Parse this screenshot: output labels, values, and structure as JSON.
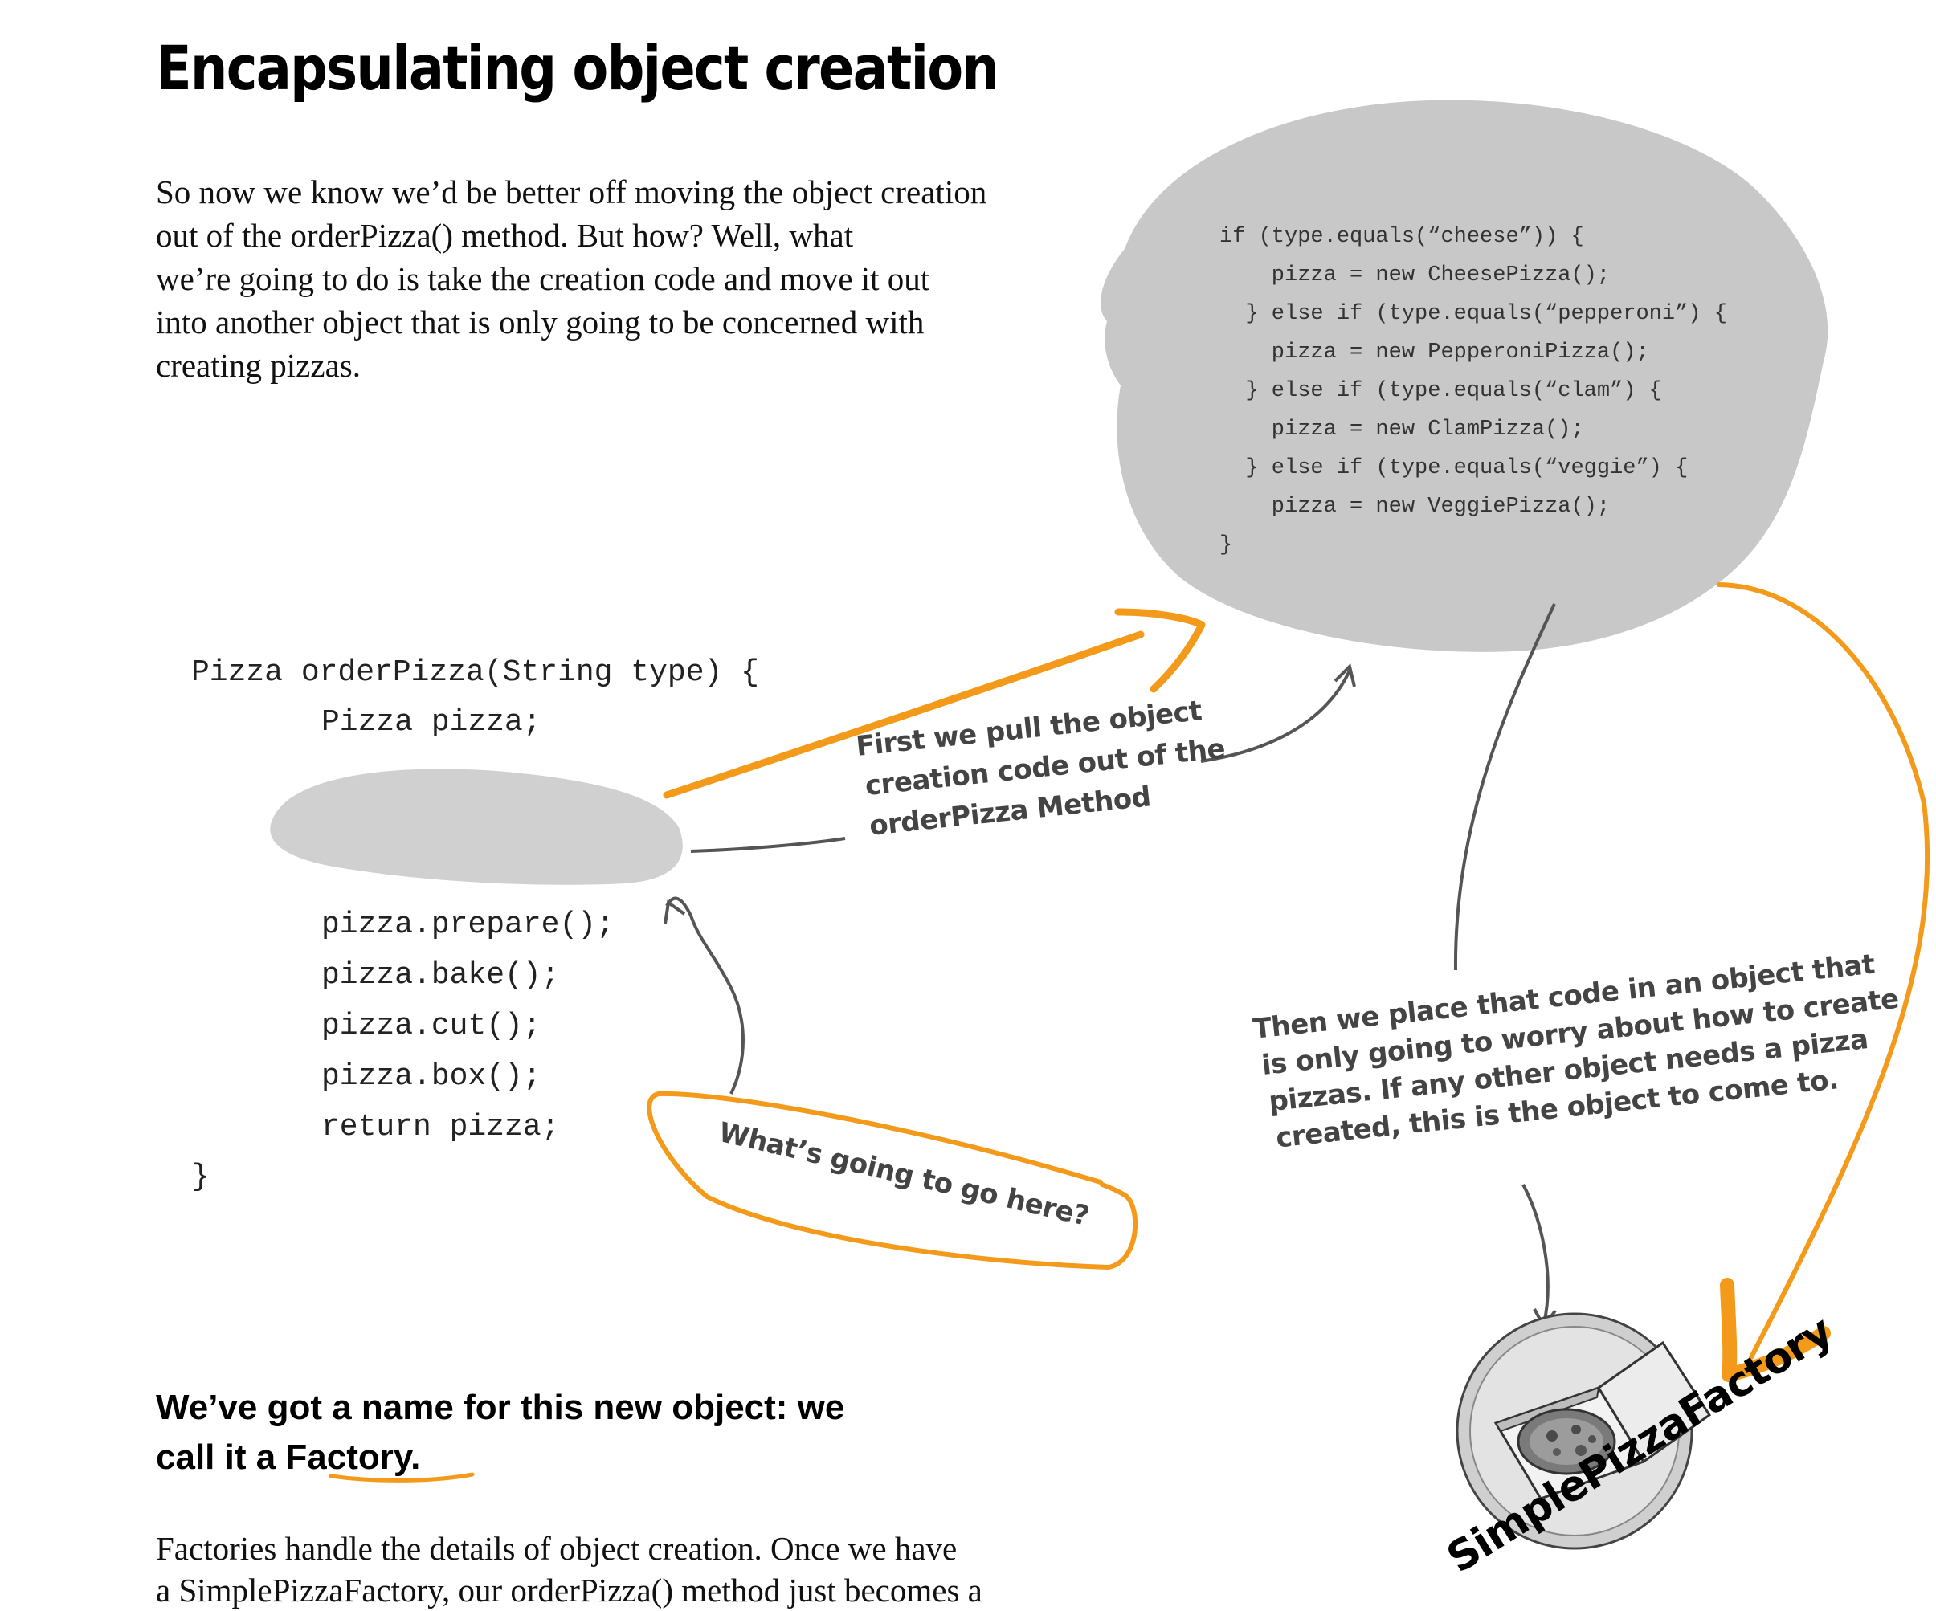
{
  "title": "Encapsulating object creation",
  "intro_lines": [
    "So now we know we’d be better off  moving the object creation",
    "out of the orderPizza() method.  But how?  Well, what",
    "we’re going to do is take the creation code and move it out",
    "into another object that is only going to be concerned with",
    "creating pizzas."
  ],
  "blob_code": [
    "if (type.equals(“cheese”)) {",
    "    pizza = new CheesePizza();",
    "  } else if (type.equals(“pepperoni”) {",
    "    pizza = new PepperoniPizza();",
    "  } else if (type.equals(“clam”) {",
    "    pizza = new ClamPizza();",
    "  } else if (type.equals(“veggie”) {",
    "    pizza = new VeggiePizza();",
    "}"
  ],
  "order_code": {
    "signature": "Pizza orderPizza(String type) {",
    "declaration": "Pizza pizza;",
    "prepare": "pizza.prepare();",
    "bake": "pizza.bake();",
    "cut": "pizza.cut();",
    "box": "pizza.box();",
    "ret": "return pizza;",
    "close": "}"
  },
  "note_pull": [
    "First we pull the object",
    "creation code out of the",
    "orderPizza Method"
  ],
  "note_question": "What’s going to go here?",
  "note_place": [
    "Then we place that code in an object that",
    "is only going to worry about how to create",
    "pizzas.  If any other object needs a pizza",
    "created, this is the object to come to."
  ],
  "subhead": {
    "line1": "We’ve got a name for this new object: we",
    "line2_prefix": "call it a ",
    "line2_word": "Factory."
  },
  "bottom_lines": [
    "Factories handle the details of object creation.  Once we have",
    "a SimplePizzaFactory, our orderPizza() method just becomes a"
  ],
  "factory_caption": "SimplePizzaFactory",
  "colors": {
    "orange": "#f39a1a",
    "blob_gray": "#c8c8c8",
    "arrow_gray": "#555555"
  }
}
